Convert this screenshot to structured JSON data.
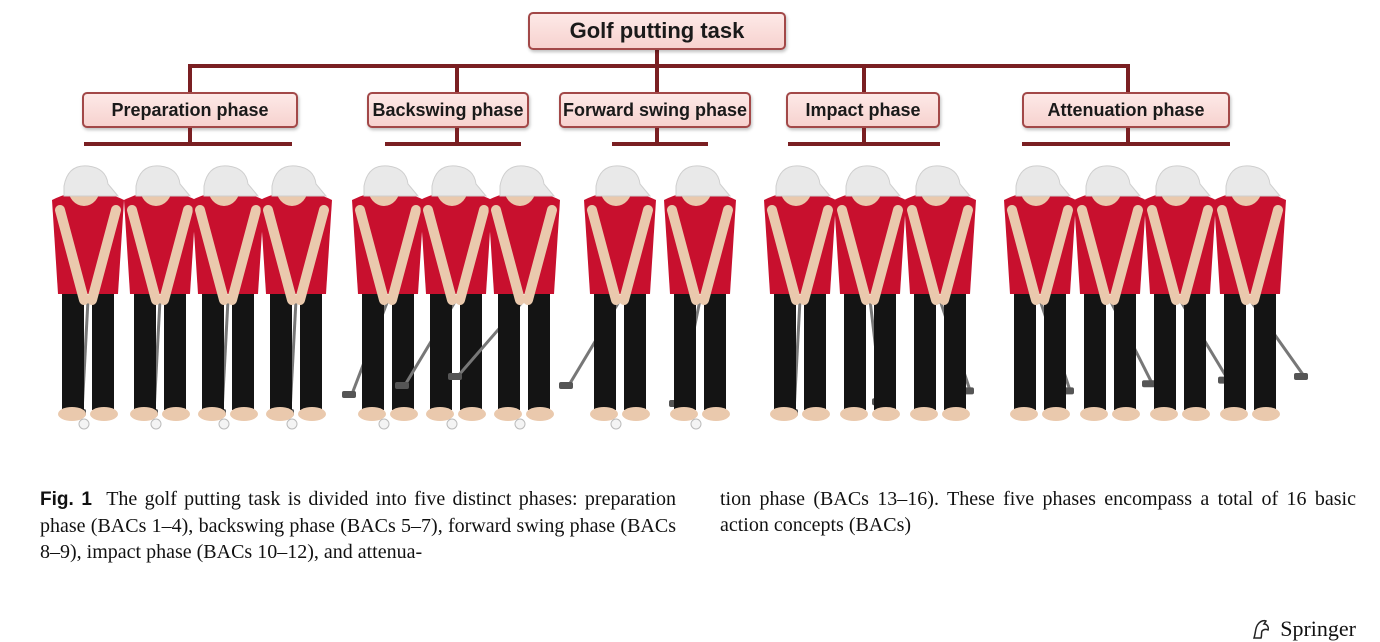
{
  "diagram": {
    "root": "Golf putting task",
    "phases": [
      {
        "label": "Preparation phase",
        "golfers": 4
      },
      {
        "label": "Backswing phase",
        "golfers": 3
      },
      {
        "label": "Forward swing phase",
        "golfers": 2
      },
      {
        "label": "Impact phase",
        "golfers": 3
      },
      {
        "label": "Attenuation phase",
        "golfers": 4
      }
    ],
    "colors": {
      "line": "#7a1f22",
      "box_border": "#a24848",
      "shirt": "#c8102e",
      "pants": "#141414",
      "cap": "#e9e9e9",
      "skin": "#eac9ad"
    }
  },
  "caption": {
    "label": "Fig. 1",
    "left_text": "The golf putting task is divided into five distinct phases: preparation phase (BACs 1–4), backswing phase (BACs 5–7), forward swing phase (BACs 8–9), impact phase (BACs 10–12), and attenua-",
    "right_text": "tion phase (BACs 13–16). These five phases encompass a total of 16 basic action concepts (BACs)"
  },
  "publisher": {
    "name": "Springer",
    "icon": "springer-horse-icon"
  }
}
